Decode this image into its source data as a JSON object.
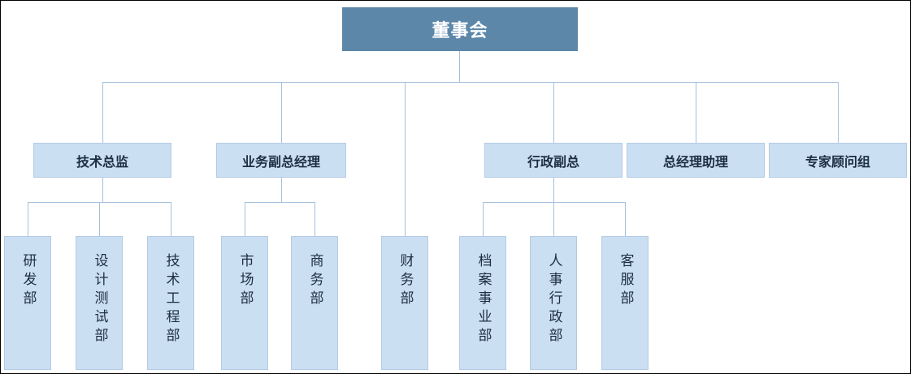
{
  "org": {
    "root": {
      "label": "董事会"
    },
    "executives": [
      {
        "label": "技术总监"
      },
      {
        "label": "业务副总经理"
      },
      {
        "label": "行政副总"
      },
      {
        "label": "总经理助理"
      },
      {
        "label": "专家顾问组"
      }
    ],
    "departments": [
      {
        "label": "研发部"
      },
      {
        "label": "设计测试部"
      },
      {
        "label": "技术工程部"
      },
      {
        "label": "市场部"
      },
      {
        "label": "商务部"
      },
      {
        "label": "财务部"
      },
      {
        "label": "档案事业部"
      },
      {
        "label": "人事行政部"
      },
      {
        "label": "客服部"
      }
    ],
    "hierarchy": {
      "董事会": [
        "技术总监",
        "业务副总经理",
        "财务部",
        "行政副总",
        "总经理助理",
        "专家顾问组"
      ],
      "技术总监": [
        "研发部",
        "设计测试部",
        "技术工程部"
      ],
      "业务副总经理": [
        "市场部",
        "商务部"
      ],
      "行政副总": [
        "档案事业部",
        "人事行政部",
        "客服部"
      ]
    },
    "colors": {
      "root_fill": "#5c87a9",
      "root_text": "#ffffff",
      "node_fill": "#cbdff2",
      "node_border": "#b3cbe4",
      "node_text": "#1c2f42",
      "connector": "#a5c1dc"
    }
  }
}
